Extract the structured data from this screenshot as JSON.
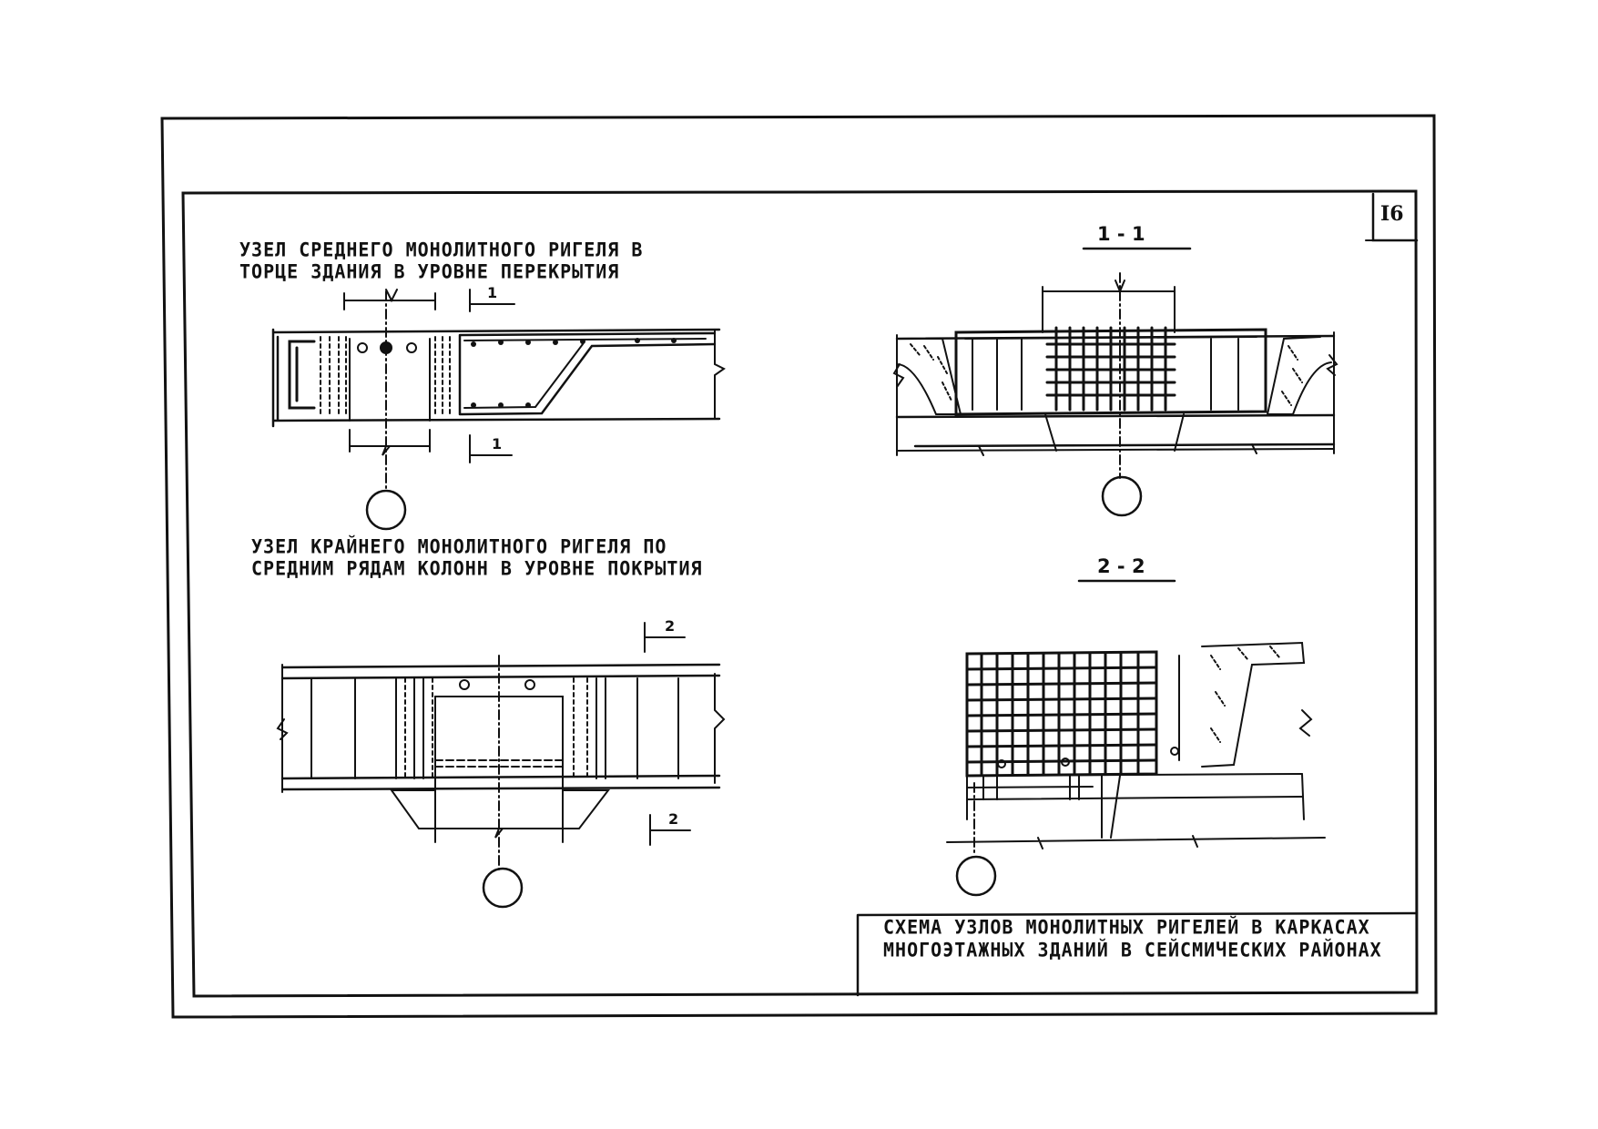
{
  "sheet_number": "I6",
  "node_titles": {
    "node1_line1": "УЗЕЛ СРЕДНЕГО МОНОЛИТНОГО РИГЕЛЯ В",
    "node1_line2": "ТОРЦЕ ЗДАНИЯ В УРОВНЕ ПЕРЕКРЫТИЯ",
    "node2_line1": "УЗЕЛ КРАЙНЕГО МОНОЛИТНОГО РИГЕЛЯ ПО",
    "node2_line2": "СРЕДНИМ РЯДАМ КОЛОНН В УРОВНЕ ПОКРЫТИЯ"
  },
  "sections": {
    "section1": "1 - 1",
    "section2": "2 - 2",
    "cut_mark_1": "1",
    "cut_mark_2": "2"
  },
  "title_block": {
    "line1": "СХЕМА УЗЛОВ МОНОЛИТНЫХ РИГЕЛЕЙ В КАРКАСАХ",
    "line2": "МНОГОЭТАЖНЫХ ЗДАНИЙ В СЕЙСМИЧЕСКИХ РАЙОНАХ"
  }
}
